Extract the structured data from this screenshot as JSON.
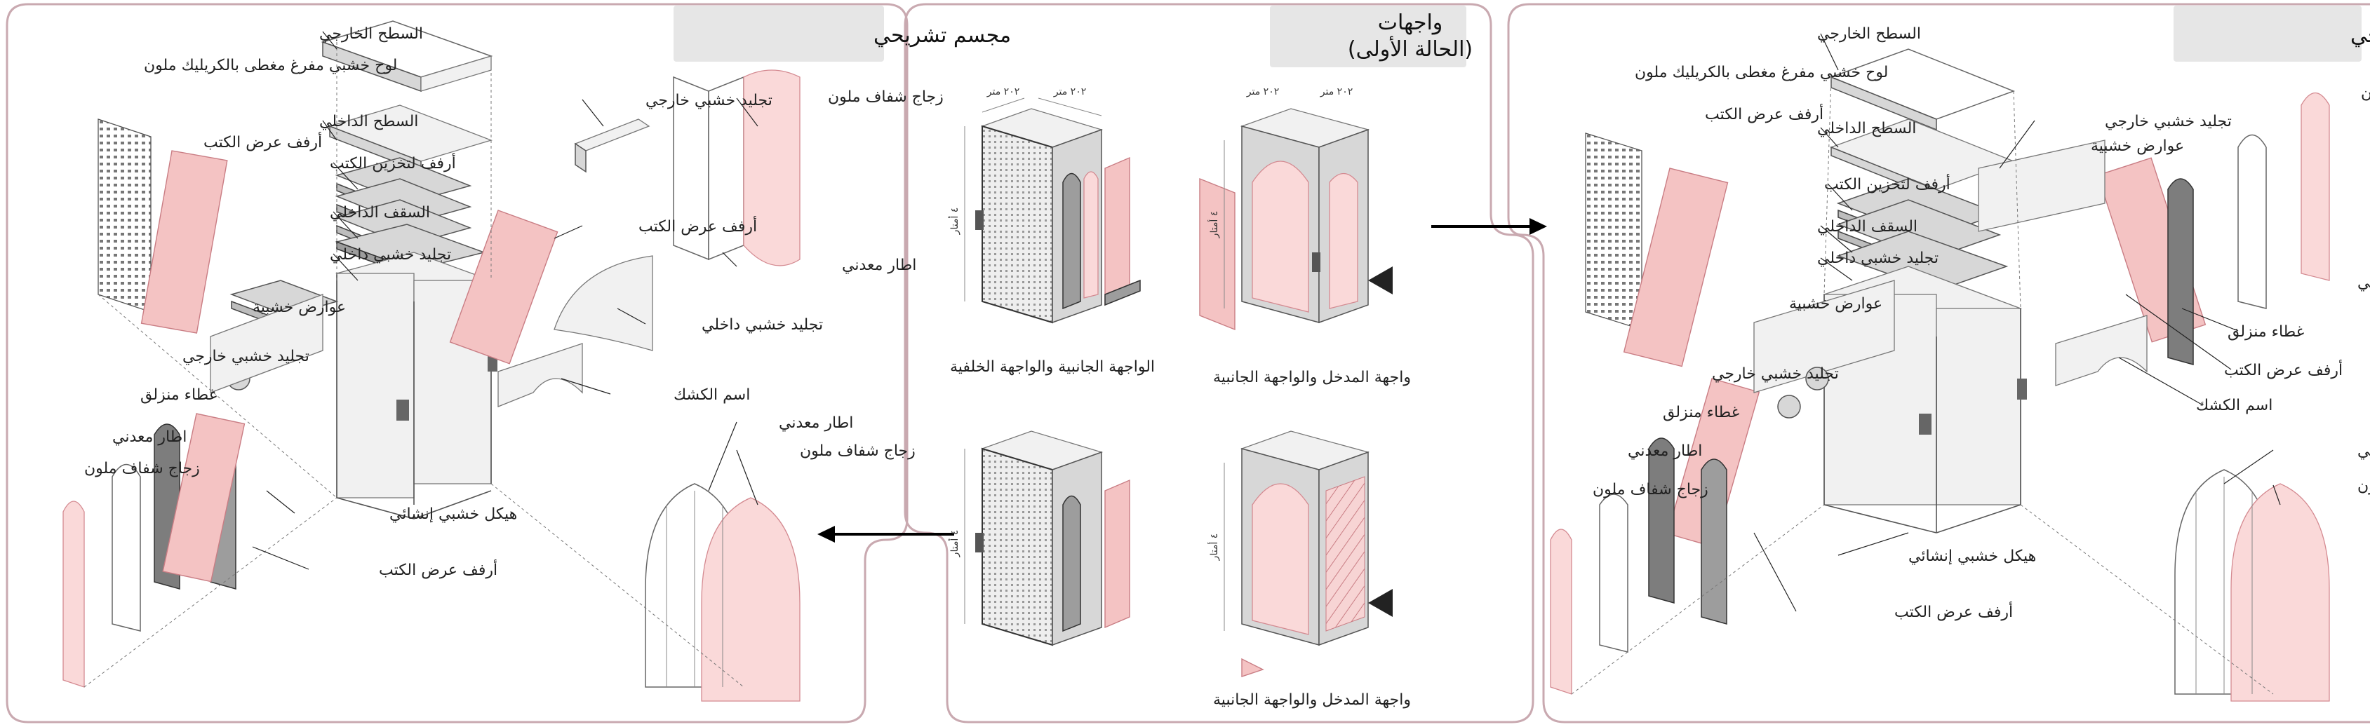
{
  "left_panel": {
    "header": "مجسم تشريحي",
    "labels": {
      "roof_exterior": "السطح الخارجي",
      "perforated_wood": "لوح خشبي مفرغ مغطى بالكريليك ملون",
      "roof_interior": "السطح الداخلي",
      "book_display_shelves_1": "أرفف عرض الكتب",
      "book_storage_shelves": "أرفف لتخزين الكتب",
      "exterior_cladding_top": "تجليد خشبي خارجي",
      "ceiling_interior": "السقف الداخلي",
      "interior_cladding_1": "تجليد خشبي داخلي",
      "book_display_shelves_2": "أرفف عرض الكتب",
      "wooden_beams": "عوارض خشبية",
      "interior_cladding_2": "تجليد خشبي داخلي",
      "exterior_cladding_bottom": "تجليد خشبي خارجي",
      "kiosk_name": "اسم الكشك",
      "sliding_cover": "غطاء منزلق",
      "metal_frame_1": "اطار معدني",
      "stained_glass_1": "زجاج شفاف ملون",
      "metal_frame_2": "اطار معدني",
      "stained_glass_2": "زجاج شفاف ملون",
      "structural_frame": "هيكل خشبي إنشائي",
      "book_display_shelves_3": "أرفف عرض الكتب",
      "metal_frame_3": "اطار معدني",
      "stained_glass_3": "زجاج شفاف ملون"
    }
  },
  "middle_panel": {
    "header_line1": "واجهات",
    "header_line2": "(الحالة الأولى)",
    "caption_top_left": "الواجهة الجانبية والواجهة الخلفية",
    "caption_top_right": "واجهة المدخل والواجهة الجانبية",
    "caption_bottom_right": "واجهة المدخل والواجهة الجانبية",
    "dim_a": "٢٠٢ متر",
    "dim_b": "٢٠٢ متر",
    "dim_c": "٤ أمتار",
    "dim_d": "٢٠٢ متر",
    "dim_e": "٢٠٢ متر",
    "dim_f": "٤ أمتار",
    "dim_g": "٤ أمتار",
    "dim_h": "٤ أمتار"
  },
  "right_panel": {
    "header": "مجسم تشريحي",
    "labels": {
      "roof_exterior": "السطح الخارجي",
      "perforated_wood": "لوح خشبي مفرغ مغطى بالكريليك ملون",
      "book_display_shelves_1": "أرفف عرض الكتب",
      "roof_interior": "السطح الداخلي",
      "exterior_cladding": "تجليد خشبي خارجي",
      "wooden_beams_top": "عوارض خشبية",
      "book_storage_shelves": "أرفف لتخزين الكتب",
      "ceiling_interior": "السقف الداخلي",
      "interior_cladding": "تجليد خشبي داخلي",
      "wooden_beams": "عوارض خشبية",
      "exterior_cladding_2": "تجليد خشبي خارجي",
      "sliding_cover_1": "غطاء منزلق",
      "metal_frame_1": "اطار معدني",
      "stained_glass_1": "زجاج شفاف ملون",
      "stained_glass_top": "زجاج شفاف ملون",
      "metal_frame_top": "اطار معدني",
      "sliding_cover_2": "غطاء منزلق",
      "book_display_shelves_2": "أرفف عرض الكتب",
      "kiosk_name": "اسم الكشك",
      "metal_frame_2": "اطار معدني",
      "stained_glass_2": "زجاج شفاف ملون",
      "structural_frame": "هيكل خشبي إنشائي",
      "book_display_shelves_3": "أرفف عرض الكتب"
    }
  },
  "colors": {
    "frame_stroke": "#c9a9b0",
    "accent_pink": "#f4c3c3",
    "header_bg": "#e6e6e6"
  }
}
